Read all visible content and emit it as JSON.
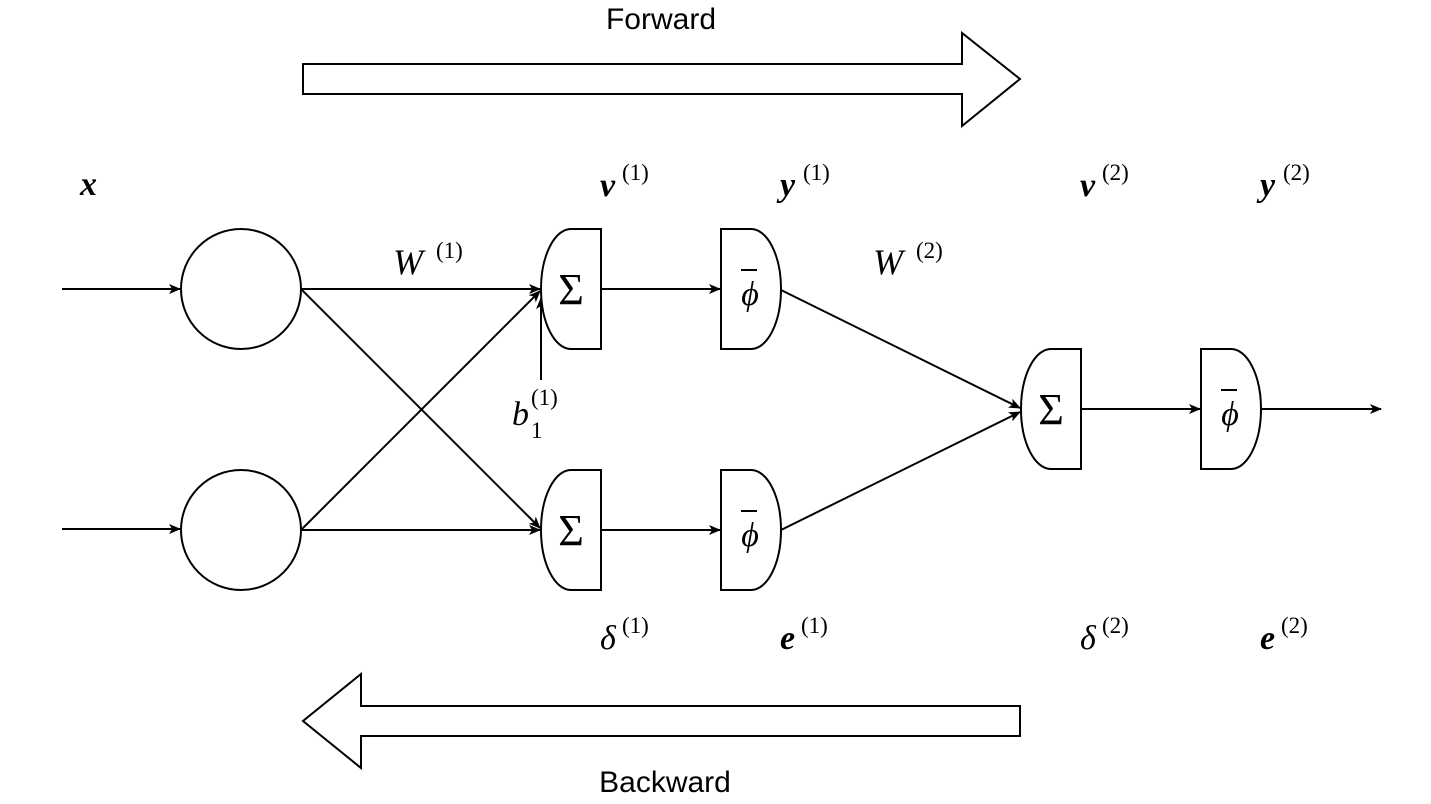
{
  "arrows": {
    "forward_label": "Forward",
    "backward_label": "Backward"
  },
  "glyphs": {
    "sum": "Σ",
    "phi": "ϕ"
  },
  "labels": {
    "x": "x",
    "v1": {
      "base": "v",
      "sup": "(1)"
    },
    "y1": {
      "base": "y",
      "sup": "(1)"
    },
    "v2": {
      "base": "v",
      "sup": "(2)"
    },
    "y2": {
      "base": "y",
      "sup": "(2)"
    },
    "w1": {
      "base": "W",
      "sup": "(1)"
    },
    "w2": {
      "base": "W",
      "sup": "(2)"
    },
    "b1": {
      "base": "b",
      "sub": "1",
      "sup": "(1)"
    },
    "d1": {
      "base": "δ",
      "sup": "(1)"
    },
    "e1": {
      "base": "e",
      "sup": "(1)"
    },
    "d2": {
      "base": "δ",
      "sup": "(2)"
    },
    "e2": {
      "base": "e",
      "sup": "(2)"
    }
  },
  "colors": {
    "stroke": "#000000",
    "background": "#ffffff"
  }
}
